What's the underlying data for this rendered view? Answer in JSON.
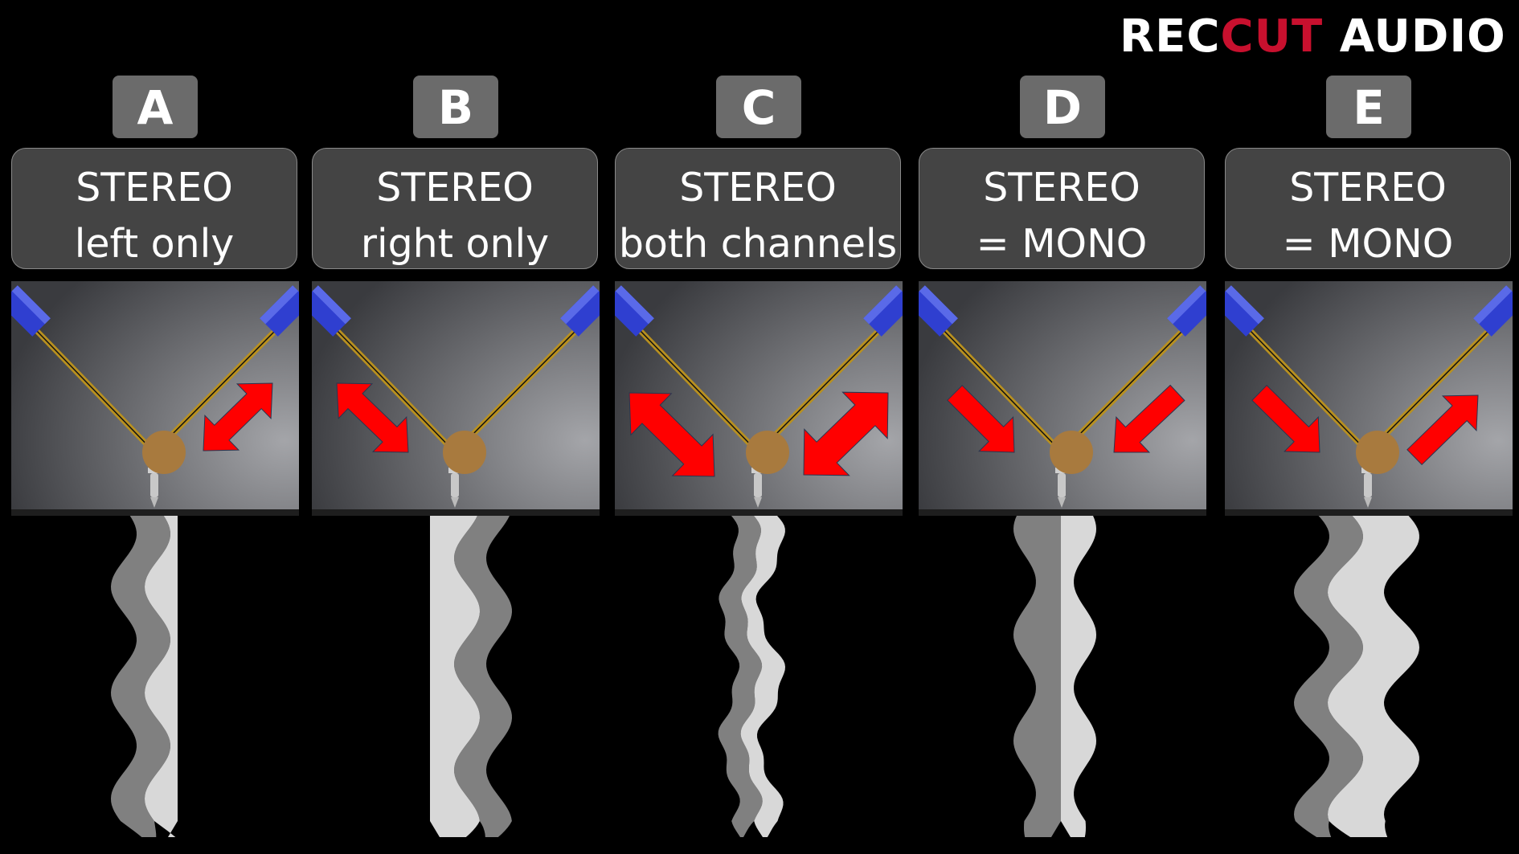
{
  "logo": {
    "part1": "REC",
    "part2": "CUT",
    "part3": "AUDIO"
  },
  "colors": {
    "accent_red": "#c8102e",
    "arrow_red": "#ff0000",
    "capsule_blue": "#2f3fd0",
    "badge_gray": "#6b6b6b",
    "label_gray": "#444444",
    "wave_dark": "#808080",
    "wave_light": "#d8d8d8"
  },
  "panels": [
    {
      "letter": "A",
      "line1": "STEREO",
      "line2": "left only",
      "arrows": "right-double"
    },
    {
      "letter": "B",
      "line1": "STEREO",
      "line2": "right only",
      "arrows": "left-double"
    },
    {
      "letter": "C",
      "line1": "STEREO",
      "line2": "both channels",
      "arrows": "both-double"
    },
    {
      "letter": "D",
      "line1": "STEREO",
      "line2": "= MONO",
      "arrows": "both-inward"
    },
    {
      "letter": "E",
      "line1": "STEREO",
      "line2": "= MONO",
      "arrows": "left-inward-right-outward"
    }
  ]
}
